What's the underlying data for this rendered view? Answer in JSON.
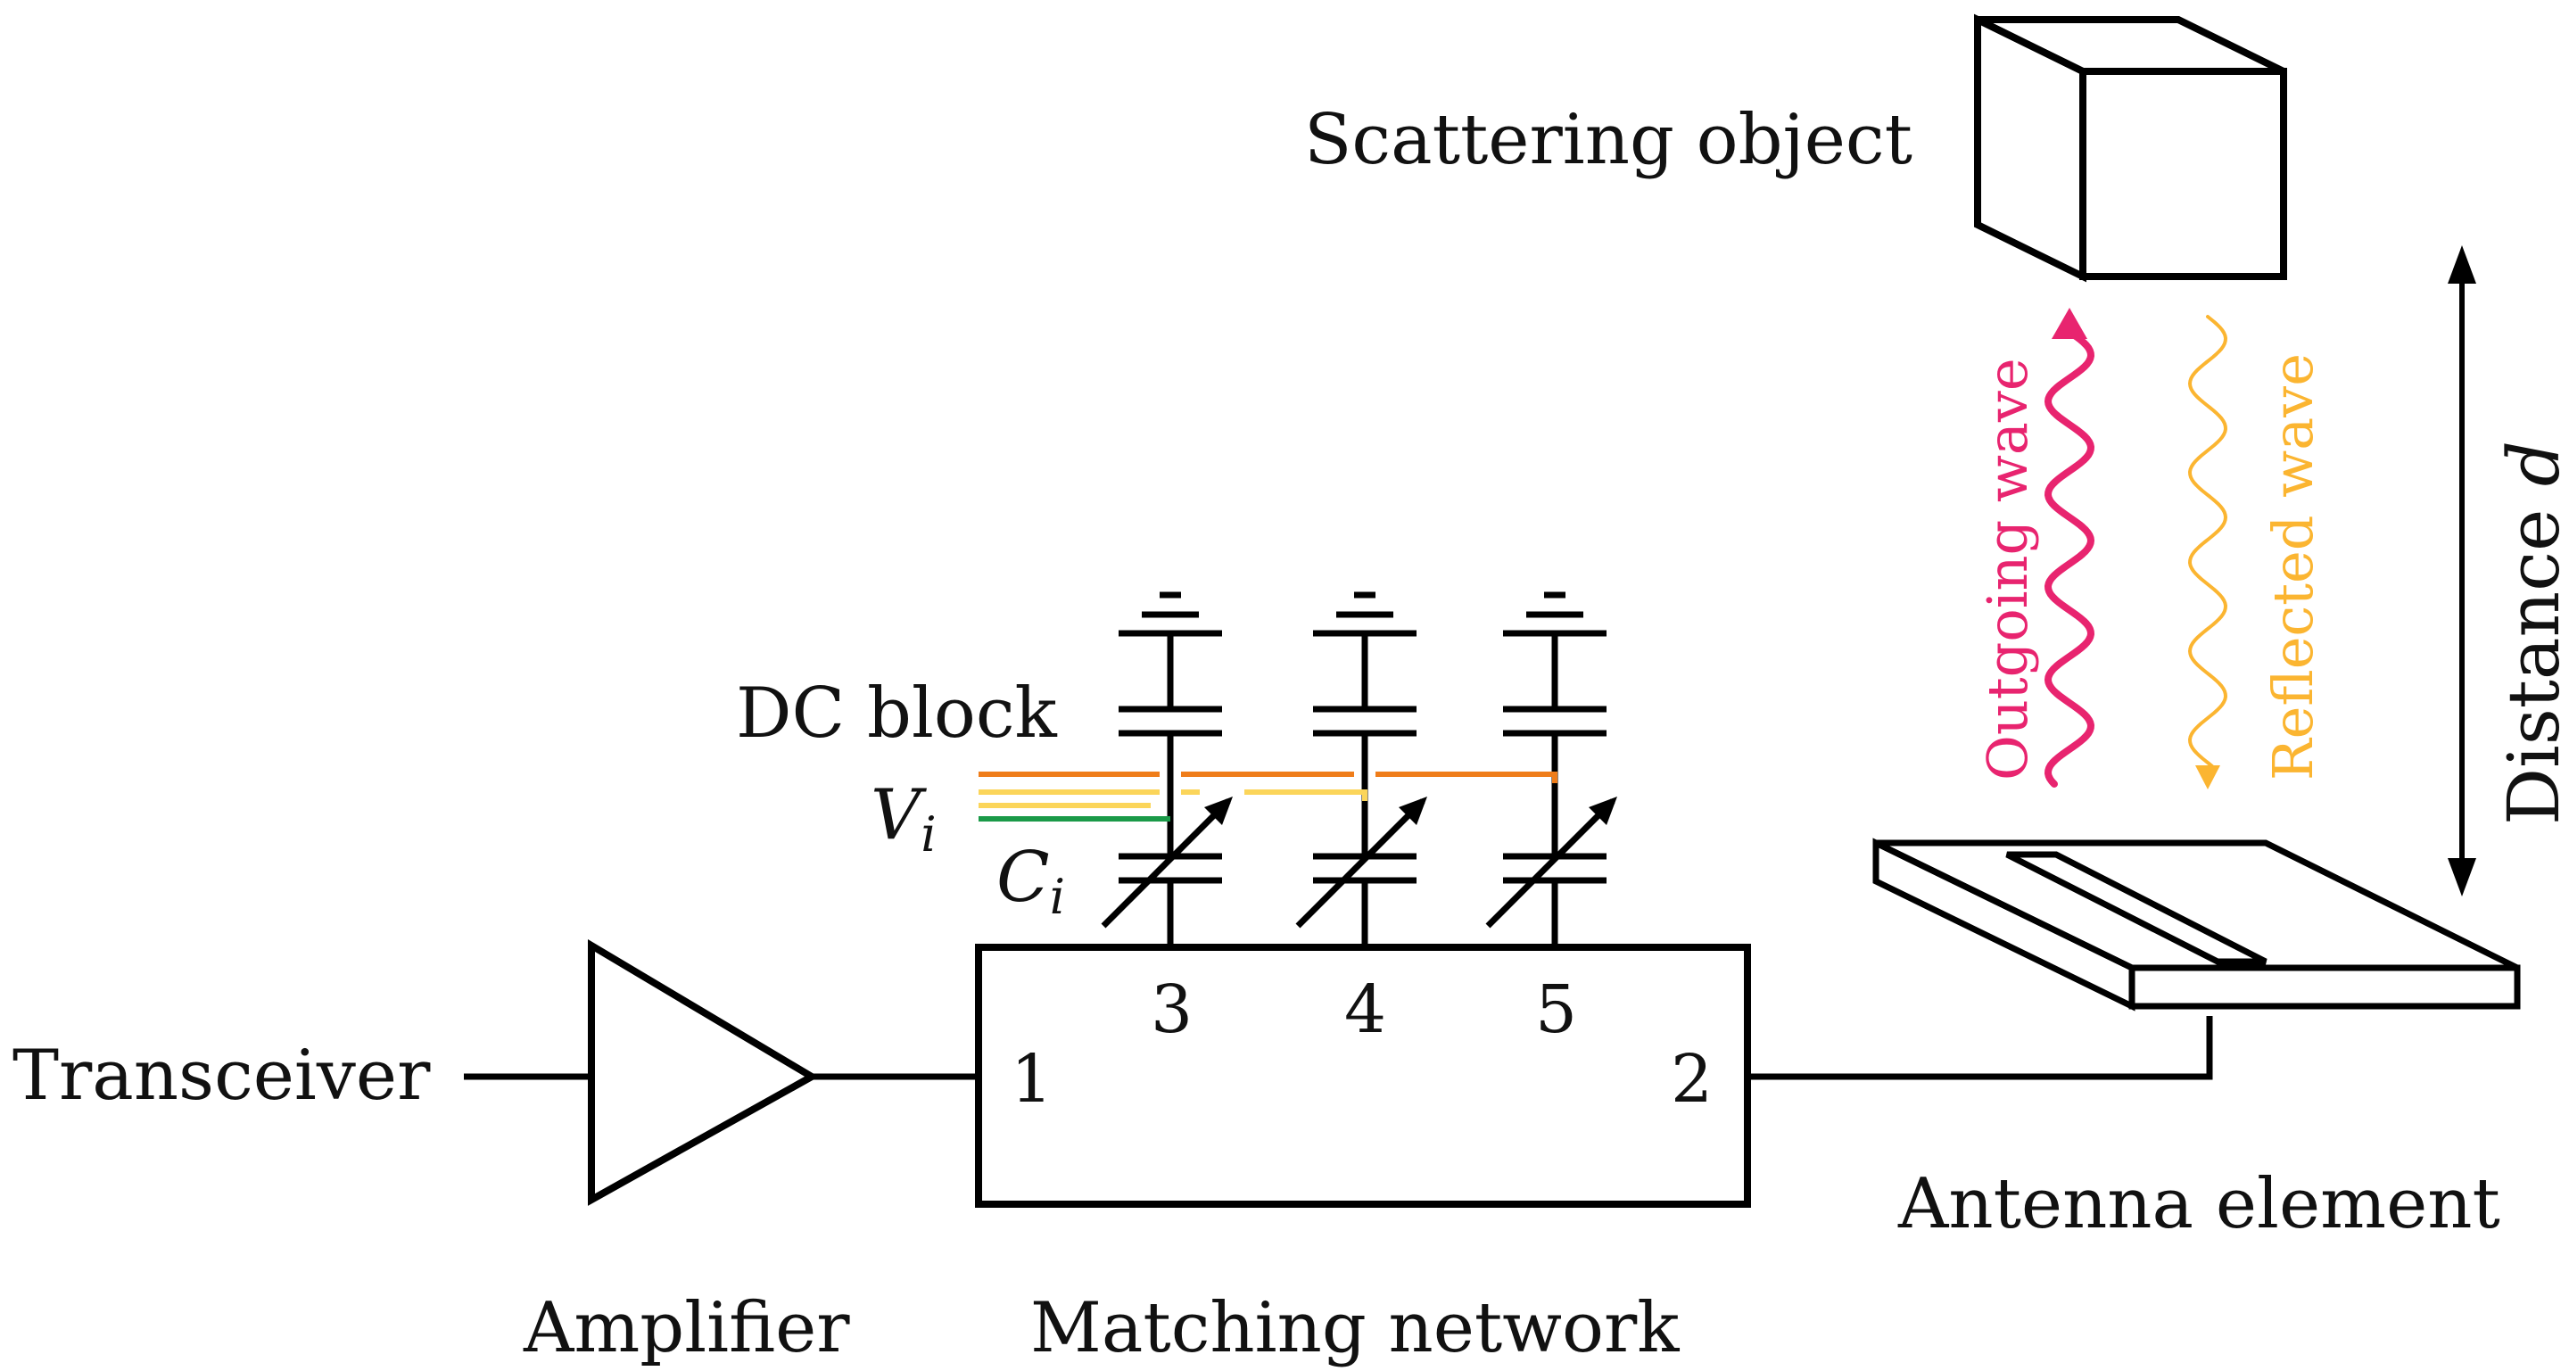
{
  "labels": {
    "transceiver": "Transceiver",
    "amplifier": "Amplifier",
    "matching_network": "Matching network",
    "antenna_element": "Antenna element",
    "scattering_object": "Scattering object",
    "dc_block": "DC block",
    "voltage_symbol": "V",
    "voltage_subscript": "i",
    "capacitance_symbol": "C",
    "capacitance_subscript": "i",
    "outgoing_wave": "Outgoing wave",
    "reflected_wave": "Reflected wave",
    "distance_word": "Distance",
    "distance_symbol": "d"
  },
  "ports": {
    "port1": "1",
    "port2": "2",
    "port3": "3",
    "port4": "4",
    "port5": "5"
  },
  "colors": {
    "outgoing_wave": "#e8246f",
    "reflected_wave": "#fbb531",
    "bias_orange": "#ef7d1a",
    "bias_yellow": "#fbd55a",
    "bias_green": "#1a9a48",
    "line": "#000000"
  }
}
